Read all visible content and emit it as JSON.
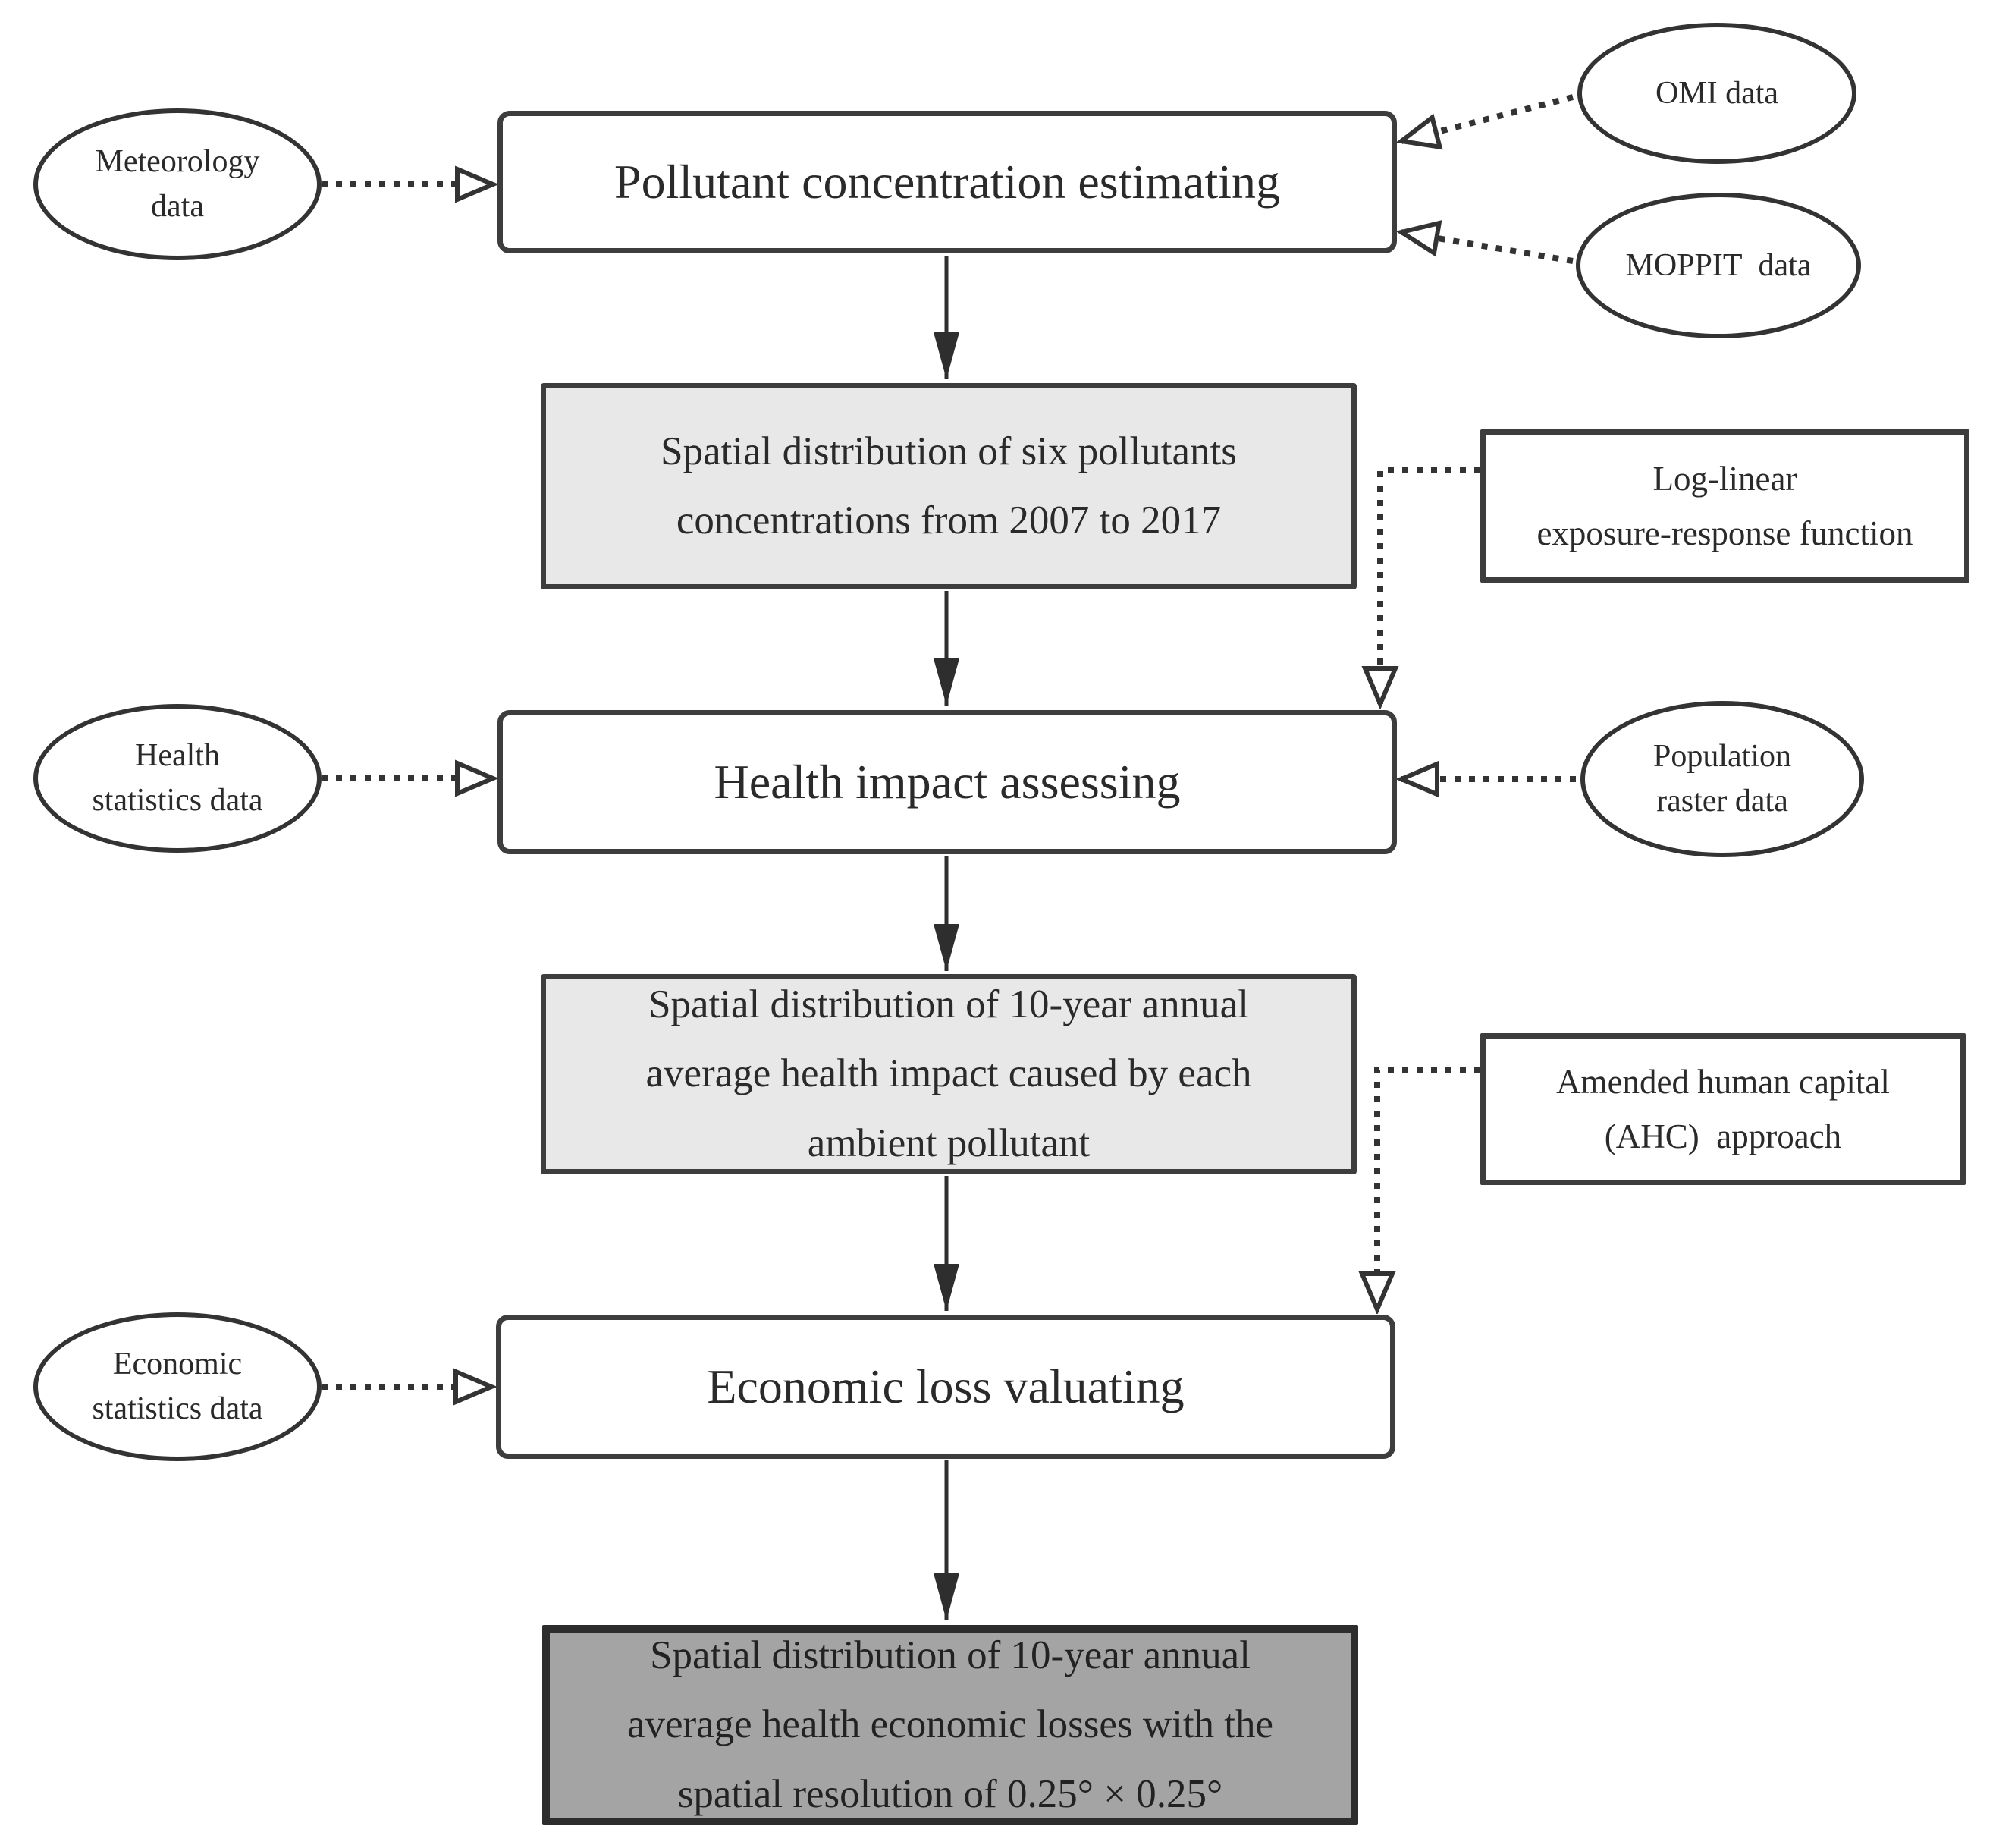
{
  "figure": {
    "type": "flowchart",
    "background": "#ffffff"
  },
  "colors": {
    "box_border": "#3d3d3d",
    "ellipse_border": "#333333",
    "light_gray_fill": "#e8e8e8",
    "dark_gray_fill": "#a4a4a4",
    "white_fill": "#ffffff",
    "connector": "#333333",
    "text": "#2a2a2a"
  },
  "nodes": {
    "meteorology": {
      "label": "Meteorology\ndata",
      "shape": "ellipse"
    },
    "pollutant_estimating": {
      "label": "Pollutant concentration estimating",
      "shape": "process"
    },
    "omi": {
      "label": "OMI data",
      "shape": "ellipse"
    },
    "moppit": {
      "label": "MOPPIT data",
      "shape": "ellipse"
    },
    "spatial_six_pollutants": {
      "label": "Spatial distribution of six pollutants\nconcentrations from 2007 to 2017",
      "shape": "result-light-gray"
    },
    "log_linear": {
      "label": "Log-linear\nexposure-response function",
      "shape": "method"
    },
    "health_statistics": {
      "label": "Health\nstatistics data",
      "shape": "ellipse"
    },
    "health_impact_assessing": {
      "label": "Health impact assessing",
      "shape": "process"
    },
    "population_raster": {
      "label": "Population\nraster data",
      "shape": "ellipse"
    },
    "spatial_health_impact": {
      "label": "Spatial distribution of 10-year annual\naverage health impact caused by each\nambient pollutant",
      "shape": "result-light-gray"
    },
    "ahc": {
      "label": "Amended human capital\n(AHC) approach",
      "shape": "method"
    },
    "economic_statistics": {
      "label": "Economic\nstatistics data",
      "shape": "ellipse"
    },
    "economic_loss_valuating": {
      "label": "Economic loss valuating",
      "shape": "process"
    },
    "spatial_economic_losses": {
      "label": "Spatial distribution of 10-year annual\naverage health economic losses with the\nspatial resolution of 0.25° × 0.25°",
      "shape": "result-dark-gray"
    }
  },
  "connectors": [
    {
      "from": "meteorology",
      "to": "pollutant_estimating",
      "style": "dotted-open-arrow"
    },
    {
      "from": "omi",
      "to": "pollutant_estimating",
      "style": "dotted-open-arrow"
    },
    {
      "from": "moppit",
      "to": "pollutant_estimating",
      "style": "dotted-open-arrow"
    },
    {
      "from": "pollutant_estimating",
      "to": "spatial_six_pollutants",
      "style": "solid-arrow"
    },
    {
      "from": "spatial_six_pollutants",
      "to": "health_impact_assessing",
      "style": "solid-arrow"
    },
    {
      "from": "log_linear",
      "to": "health_impact_assessing",
      "style": "dotted-open-arrow"
    },
    {
      "from": "health_statistics",
      "to": "health_impact_assessing",
      "style": "dotted-open-arrow"
    },
    {
      "from": "population_raster",
      "to": "health_impact_assessing",
      "style": "dotted-open-arrow"
    },
    {
      "from": "health_impact_assessing",
      "to": "spatial_health_impact",
      "style": "solid-arrow"
    },
    {
      "from": "spatial_health_impact",
      "to": "economic_loss_valuating",
      "style": "solid-arrow"
    },
    {
      "from": "ahc",
      "to": "economic_loss_valuating",
      "style": "dotted-open-arrow"
    },
    {
      "from": "economic_statistics",
      "to": "economic_loss_valuating",
      "style": "dotted-open-arrow"
    },
    {
      "from": "economic_loss_valuating",
      "to": "spatial_economic_losses",
      "style": "solid-arrow"
    }
  ]
}
